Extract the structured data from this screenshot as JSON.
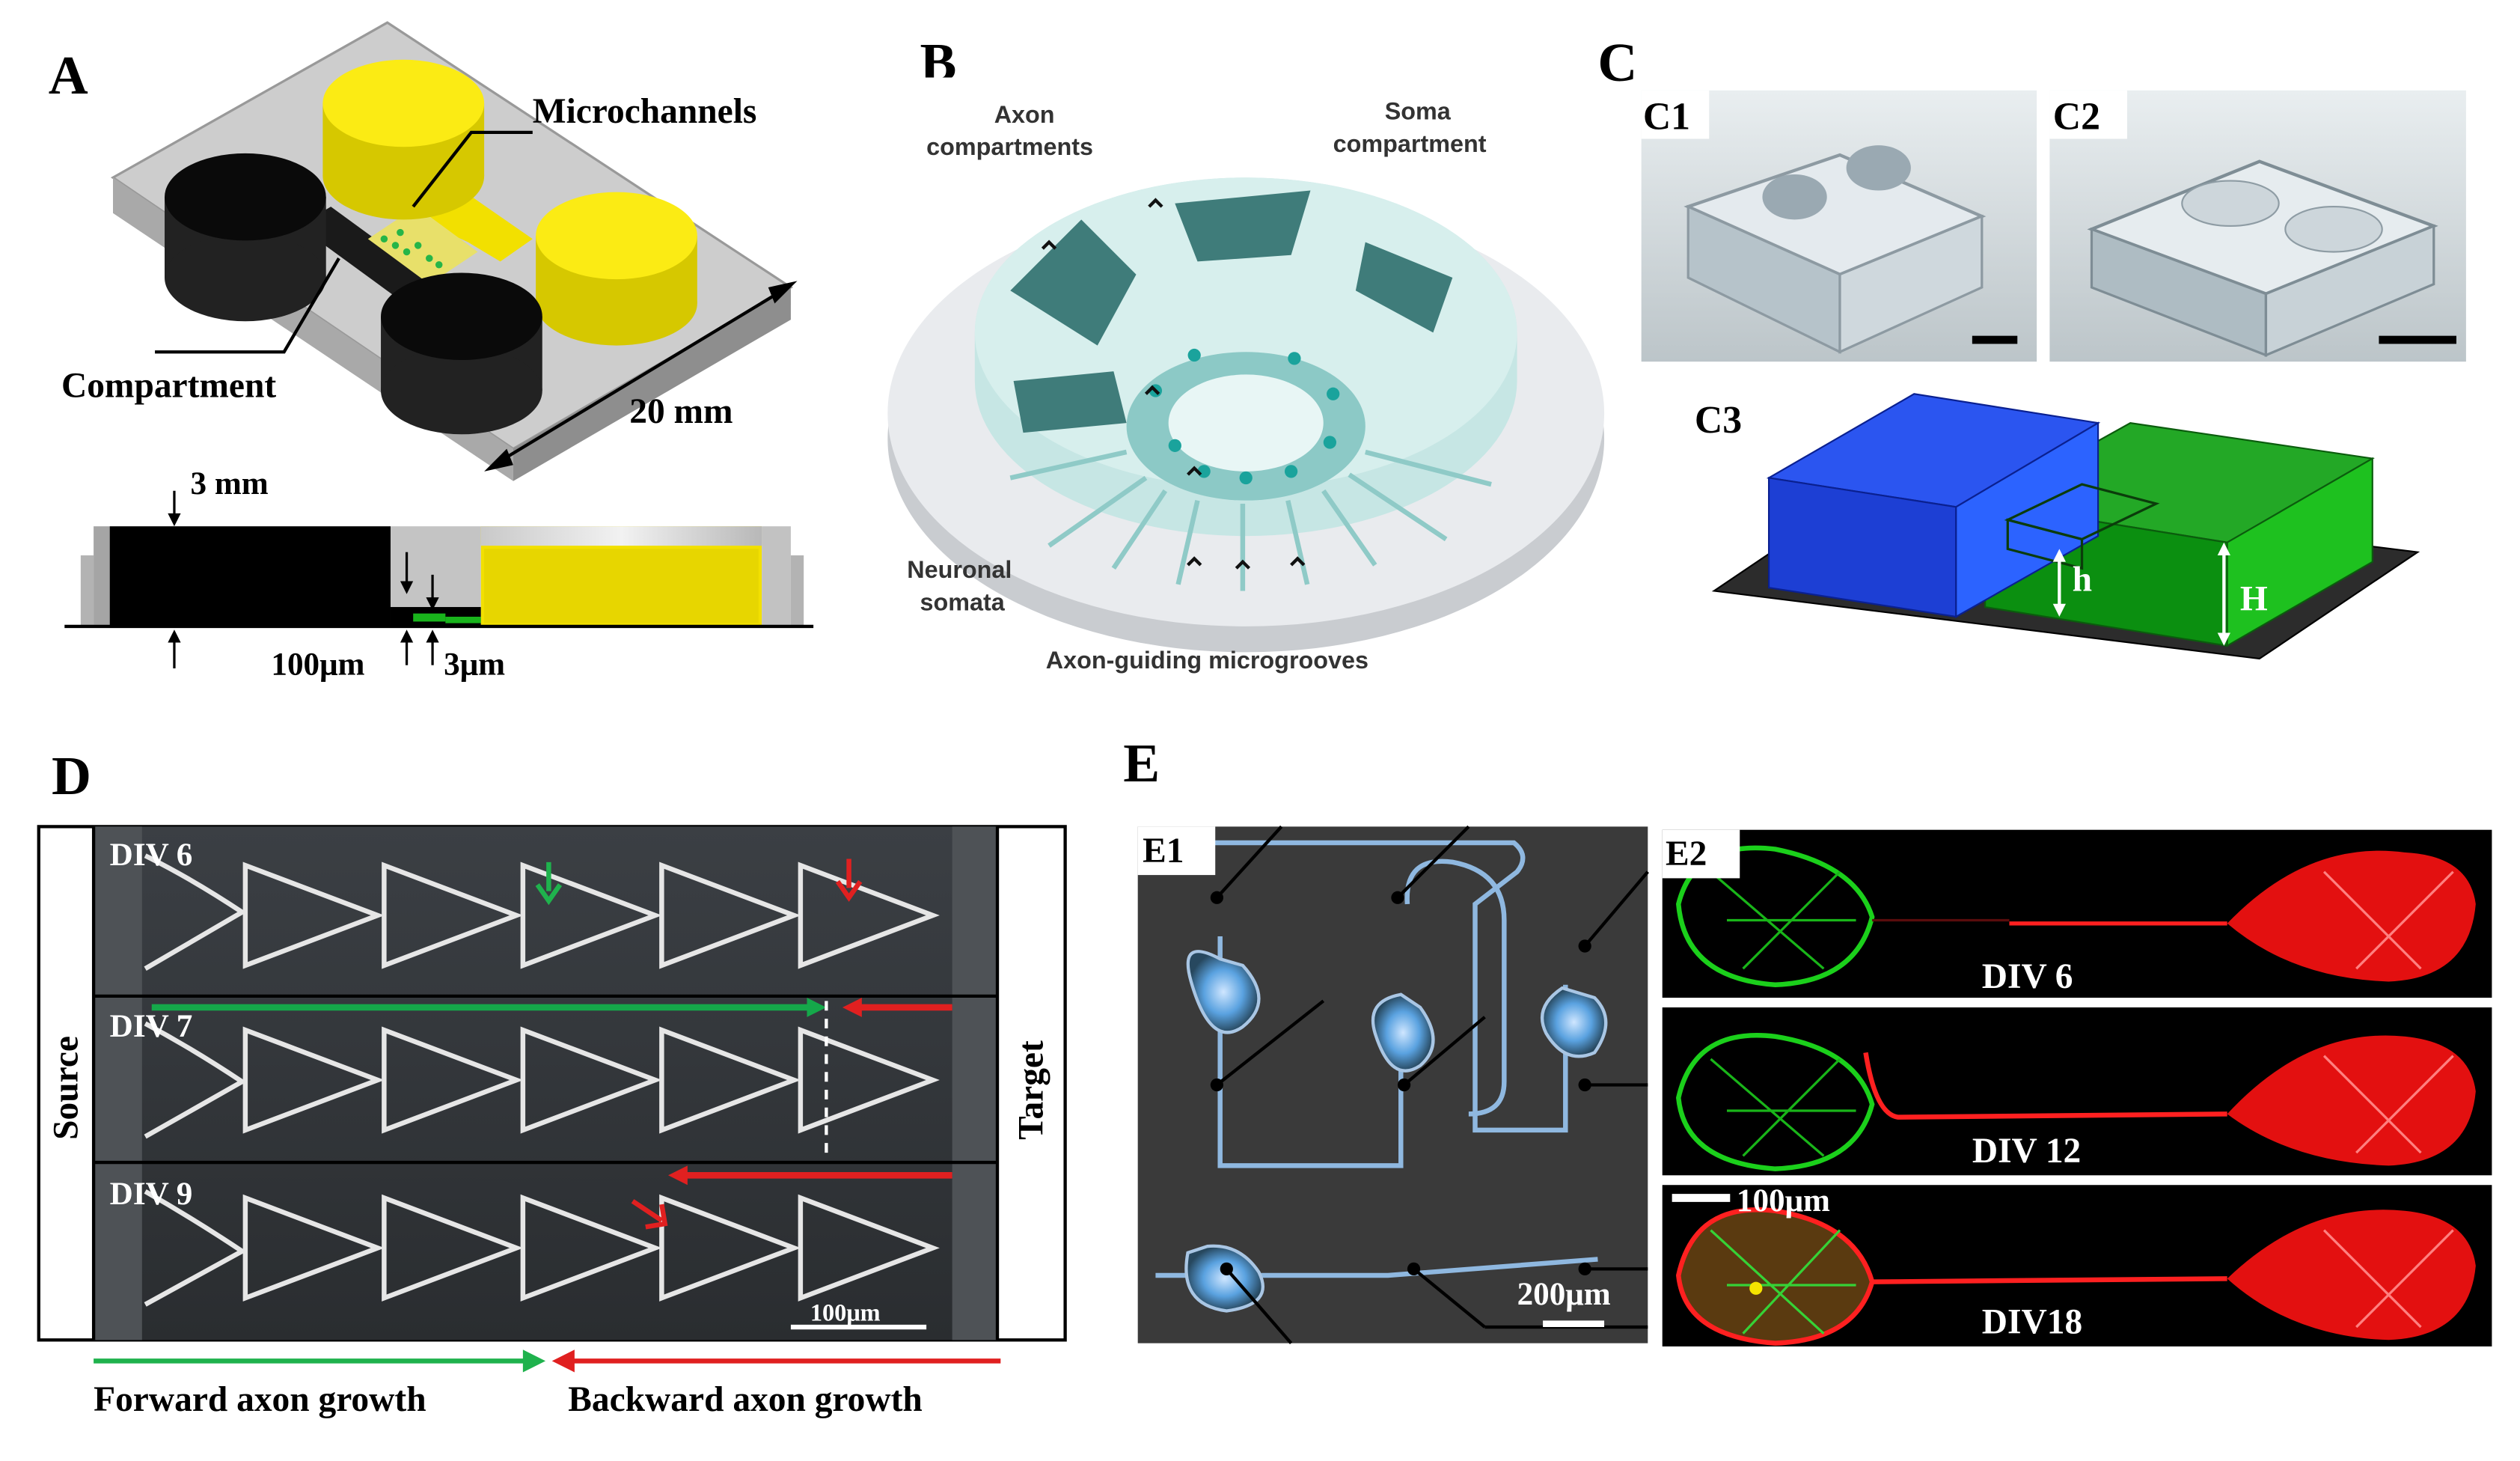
{
  "panels": {
    "A": {
      "letter": "A",
      "microchannels": "Microchannels",
      "compartment": "Compartment",
      "length": "20 mm",
      "height": "3 mm",
      "depth1": "100μm",
      "depth2": "3μm"
    },
    "B": {
      "letter": "B",
      "axon_compartments_l1": "Axon",
      "axon_compartments_l2": "compartments",
      "soma_compartment_l1": "Soma",
      "soma_compartment_l2": "compartment",
      "neuronal_somata_l1": "Neuronal",
      "neuronal_somata_l2": "somata",
      "microgrooves": "Axon-guiding microgrooves"
    },
    "C": {
      "letter": "C",
      "c1": "C1",
      "c2": "C2",
      "c3": "C3",
      "h_small": "h",
      "h_large": "H"
    },
    "D": {
      "letter": "D",
      "source": "Source",
      "target": "Target",
      "rows": [
        "DIV 6",
        "DIV 7",
        "DIV 9"
      ],
      "scale": "100μm",
      "forward": "Forward axon growth",
      "backward": "Backward axon growth"
    },
    "E": {
      "letter": "E",
      "e1": "E1",
      "e2": "E2",
      "e1_scale": "200μm",
      "e2_scale": "100μm",
      "e2_rows": [
        "DIV 6",
        "DIV 12",
        "DIV18"
      ]
    }
  },
  "colors": {
    "yellow": "#f5e400",
    "blue_box": "#1a3fe0",
    "green_box": "#19b41c",
    "arrow_green": "#15a84a",
    "arrow_red": "#e02020",
    "fluor_green": "#19d419",
    "fluor_red": "#ff1a1a"
  }
}
